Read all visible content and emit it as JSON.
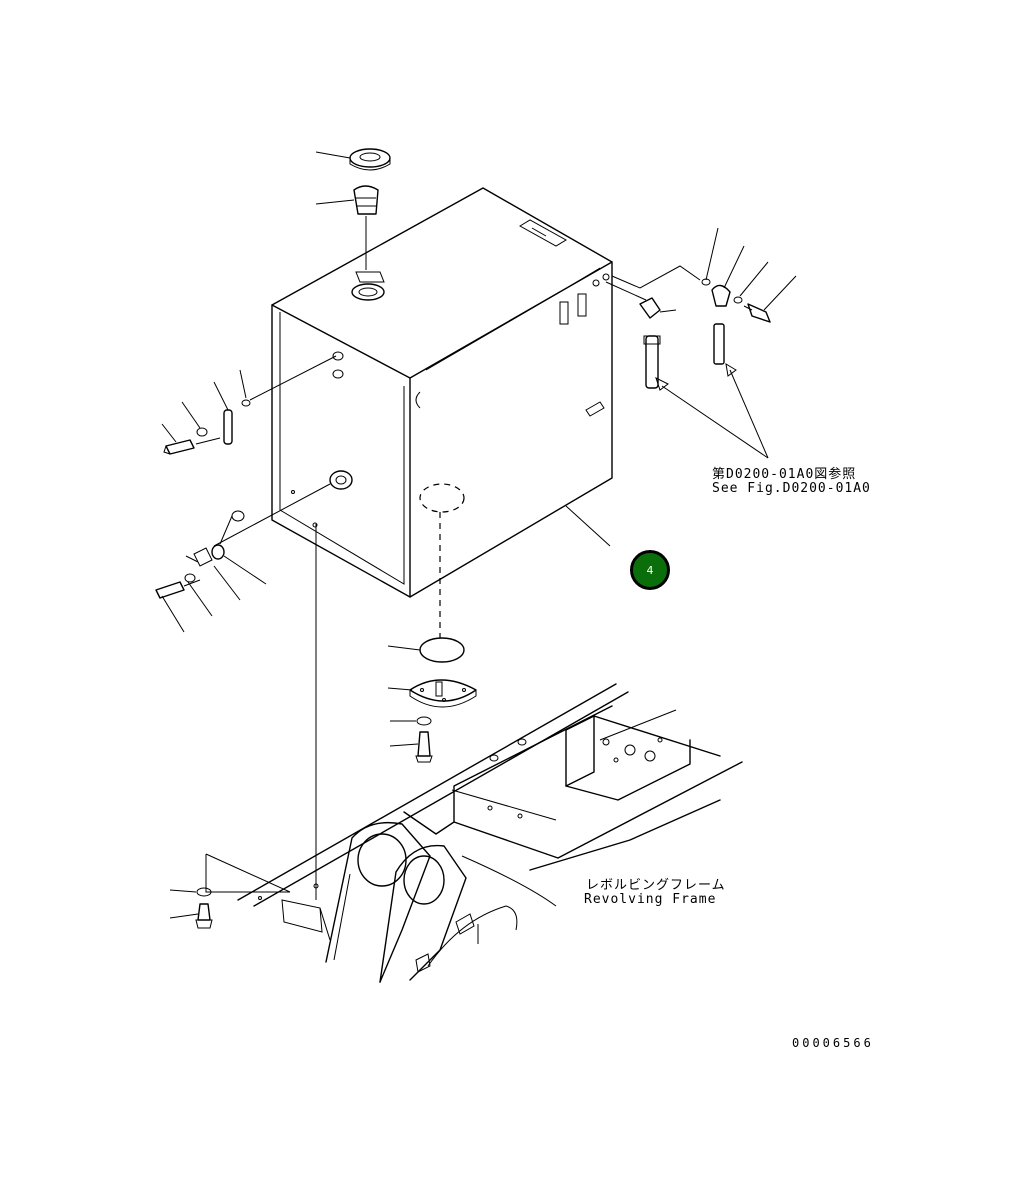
{
  "references": {
    "see_fig_jp": "第D0200-01A0図参照",
    "see_fig_en": "See Fig.D0200-01A0"
  },
  "frame_label": {
    "jp": "レボルビングフレーム",
    "en": "Revolving Frame"
  },
  "callout": {
    "number": "4",
    "color": "#0a6e0a"
  },
  "drawing_number": "00006566"
}
